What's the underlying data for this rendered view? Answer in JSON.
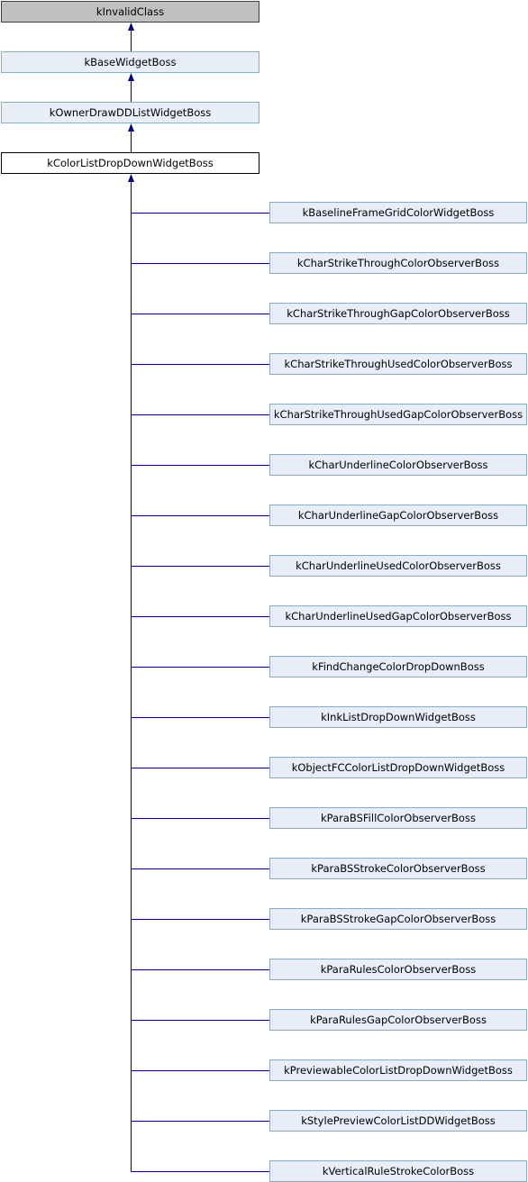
{
  "colors": {
    "link_fill": "#e8eef7",
    "link_border": "#84b0c7",
    "root_fill": "#c0c0c0",
    "focus_fill": "#ffffff",
    "edge": "#000080"
  },
  "chain": [
    {
      "label": "kInvalidClass",
      "kind": "root"
    },
    {
      "label": "kBaseWidgetBoss",
      "kind": "link"
    },
    {
      "label": "kOwnerDrawDDListWidgetBoss",
      "kind": "link"
    },
    {
      "label": "kColorListDropDownWidgetBoss",
      "kind": "focus"
    }
  ],
  "children": [
    "kBaselineFrameGridColorWidgetBoss",
    "kCharStrikeThroughColorObserverBoss",
    "kCharStrikeThroughGapColorObserverBoss",
    "kCharStrikeThroughUsedColorObserverBoss",
    "kCharStrikeThroughUsedGapColorObserverBoss",
    "kCharUnderlineColorObserverBoss",
    "kCharUnderlineGapColorObserverBoss",
    "kCharUnderlineUsedColorObserverBoss",
    "kCharUnderlineUsedGapColorObserverBoss",
    "kFindChangeColorDropDownBoss",
    "kInkListDropDownWidgetBoss",
    "kObjectFCColorListDropDownWidgetBoss",
    "kParaBSFillColorObserverBoss",
    "kParaBSStrokeColorObserverBoss",
    "kParaBSStrokeGapColorObserverBoss",
    "kParaRulesColorObserverBoss",
    "kParaRulesGapColorObserverBoss",
    "kPreviewableColorListDropDownWidgetBoss",
    "kStylePreviewColorListDDWidgetBoss",
    "kVerticalRuleStrokeColorBoss"
  ]
}
